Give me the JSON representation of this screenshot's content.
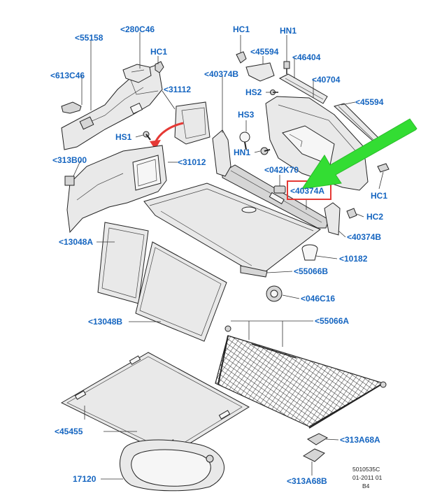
{
  "labels": {
    "p55158": "<55158",
    "p280C46": "<280C46",
    "hc1_top_left": "HC1",
    "p613C46": "<613C46",
    "p31112": "<31112",
    "hs1": "HS1",
    "p313B00": "<313B00",
    "p31012": "<31012",
    "p13048A": "<13048A",
    "p13048B": "<13048B",
    "p45455": "<45455",
    "p17120": "17120",
    "hc1_top_mid": "HC1",
    "hn1_top": "HN1",
    "p45594_top": "<45594",
    "p46404": "<46404",
    "p40374B_top": "<40374B",
    "p40704": "<40704",
    "hs2": "HS2",
    "p45594_right": "<45594",
    "hs3": "HS3",
    "hn1_mid": "HN1",
    "p042K70": "<042K70",
    "p40374A": "<40374A",
    "hc1_right": "HC1",
    "hc2": "HC2",
    "p40374B_right": "<40374B",
    "p10182": "<10182",
    "p55066B": "<55066B",
    "p046C16": "<046C16",
    "p55066A": "<55066A",
    "p313A68A": "<313A68A",
    "p313A68B": "<313A68B"
  },
  "reference": {
    "line1": "5010535C",
    "line2": "01-2011 01",
    "line3": "B4"
  },
  "colors": {
    "label": "#1565c0",
    "highlight_box": "#e53935",
    "pointer_arrow": "#33dd33",
    "curved_arrow": "#e53935"
  },
  "highlighted_part": "<40374A"
}
